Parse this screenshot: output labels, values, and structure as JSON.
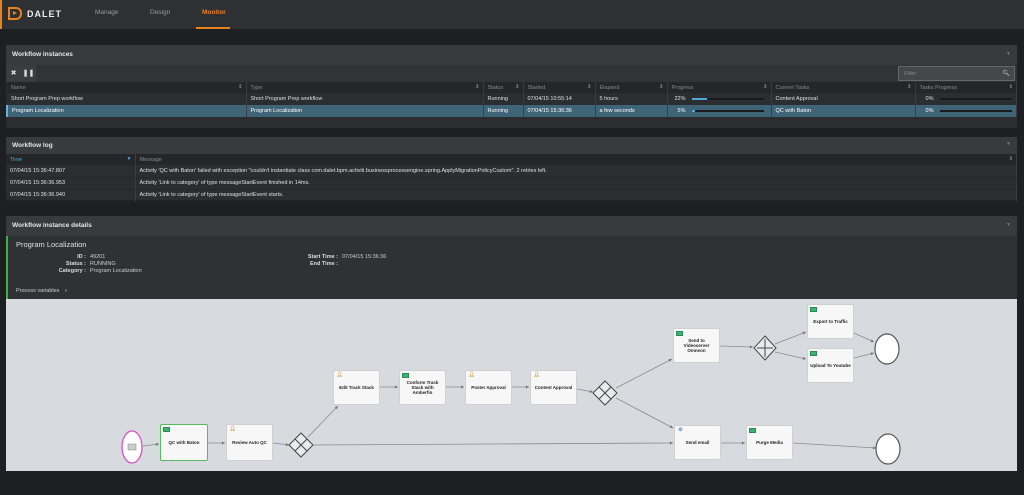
{
  "app": {
    "brand": "DALET",
    "tabs": [
      {
        "label": "Manage"
      },
      {
        "label": "Design"
      },
      {
        "label": "Monitor",
        "active": true
      }
    ],
    "accent": "#e8821e"
  },
  "instances": {
    "title": "Workflow instances",
    "filter_placeholder": "Filter",
    "columns": [
      "Name",
      "Type",
      "Status",
      "Started",
      "Elapsed",
      "Progress",
      "Current Tasks",
      "Tasks Progress"
    ],
    "rows": [
      {
        "name": "Short Program Prep workflow",
        "type": "Short Program Prep workflow",
        "status": "Running",
        "started": "07/04/15 10:55:14",
        "elapsed": "5 hours",
        "progress": 22,
        "progress_label": "22%",
        "current": "Content Approval",
        "tasks_progress": 0,
        "tasks_label": "0%"
      },
      {
        "name": "Program Localization",
        "type": "Program Localization",
        "status": "Running",
        "started": "07/04/15 15:36:36",
        "elapsed": "a few seconds",
        "progress": 5,
        "progress_label": "5%",
        "current": "QC with Baton",
        "tasks_progress": 0,
        "tasks_label": "0%",
        "selected": true
      }
    ]
  },
  "log": {
    "title": "Workflow log",
    "columns": [
      "Time",
      "Message"
    ],
    "rows": [
      {
        "time": "07/04/15 15:36:47.807",
        "message": "Activity 'QC with Baton' failed with exception \"couldn't instantiate class com.dalet.bpm.activiti.businessprocessengine.spring.ApplyMigrationPolicyCustom\". 2 retries left."
      },
      {
        "time": "07/04/15 15:36:36.953",
        "message": "Activity 'Link to category' of type messageStartEvent finished in 14ms."
      },
      {
        "time": "07/04/15 15:36:36.940",
        "message": "Activity 'Link to category' of type messageStartEvent starts."
      }
    ]
  },
  "details": {
    "title": "Workflow instance details",
    "name": "Program Localization",
    "id_label": "ID :",
    "id": "49201",
    "status_label": "Status :",
    "status": "RUNNING",
    "category_label": "Category :",
    "category": "Program Localization",
    "start_label": "Start Time :",
    "start": "07/04/15 15:36:36",
    "end_label": "End Time :",
    "end": "",
    "process_variables": "Process variables"
  },
  "diagram": {
    "nodes": {
      "qc": "QC with Baton",
      "review": "Review Auto QC",
      "edit": "Edit Track Stack",
      "conform": "Conform Track Stack with Amberfin",
      "poster": "Poster Approval",
      "content": "Content Approval",
      "send_vs": "Send to Videoserver Omneon",
      "export": "Export to Traffic",
      "youtube": "Upload To Youtube",
      "email": "Send email",
      "purge": "Purge Media"
    }
  }
}
